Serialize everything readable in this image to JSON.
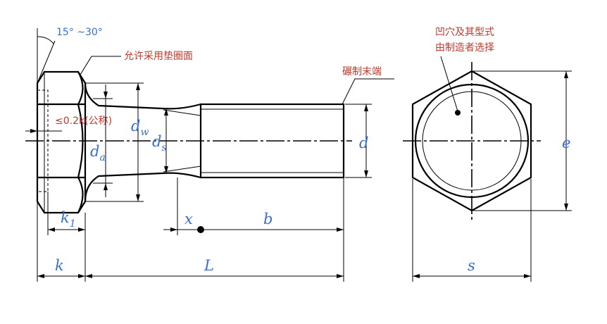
{
  "colors": {
    "dimension_text": "#3a6fd0",
    "note_text": "#c0392b",
    "line": "#000000"
  },
  "annotations": {
    "angle_range": "15° ~30°",
    "chamfer_note": "允许采用垫圈面",
    "end_note": "碾制末端",
    "flat_note": "≤0.2k(公称)",
    "recess_note_line1": "凹穴及其型式",
    "recess_note_line2": "由制造者选择"
  },
  "dimensions": {
    "dw": "d",
    "dw_sub": "w",
    "ds": "d",
    "ds_sub": "s",
    "da": "d",
    "da_sub": "a",
    "d": "d",
    "k1": "k",
    "k1_sub": "1",
    "k": "k",
    "L": "L",
    "x": "x",
    "b": "b",
    "e": "e",
    "s": "s"
  }
}
